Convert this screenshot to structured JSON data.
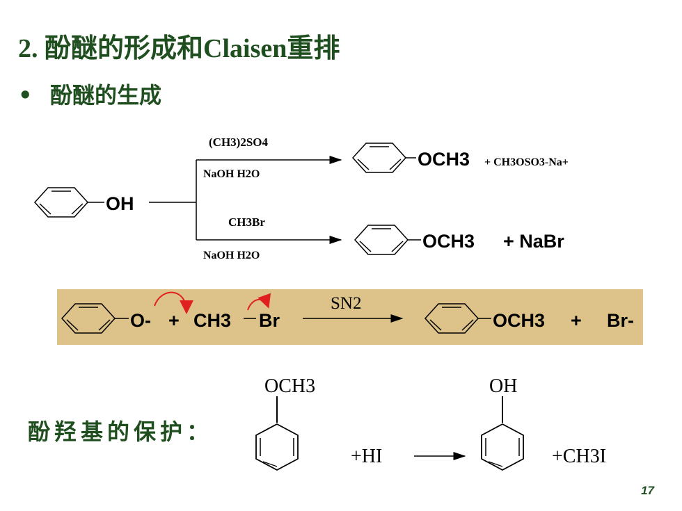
{
  "slide": {
    "title_prefix": "2. ",
    "title_cn1": "酚醚的形成和",
    "title_en": "Claisen",
    "title_cn2": "重排",
    "bullet_symbol": "•",
    "bullet_text": "酚醚的生成",
    "protection_label": "酚羟基的保护：",
    "page_number": "17"
  },
  "scheme1": {
    "reactant": "OH",
    "upper_reagent": "(CH3)2SO4",
    "upper_conditions": "NaOH  H2O",
    "upper_product": "OCH3",
    "upper_byproduct": "+ CH3OSO3-Na+",
    "lower_reagent": "CH3Br",
    "lower_conditions": "NaOH  H2O",
    "lower_product": "OCH3",
    "lower_byproduct": "+  NaBr"
  },
  "scheme2": {
    "phenoxide": "O-",
    "plus": "+",
    "methyl": "CH3",
    "leaving_group": "Br",
    "mechanism": "SN2",
    "product": "OCH3",
    "byproduct": "Br-"
  },
  "scheme3": {
    "reactant_group": "OCH3",
    "reagent": "+HI",
    "product_group": "OH",
    "byproduct": "+CH3I"
  },
  "colors": {
    "title": "#1f4f1f",
    "banner": "#ddc38a",
    "curved_arrow": "#e02020"
  }
}
